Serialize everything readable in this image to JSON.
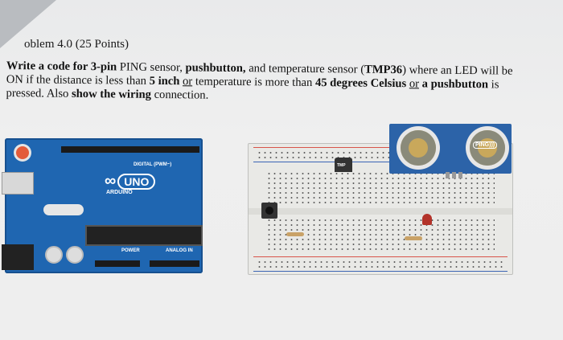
{
  "heading": "oblem 4.0 (25 Points)",
  "problem": {
    "t1": "Write a code for ",
    "b1": "3-pin",
    "t2": " PING sensor, ",
    "b2": "pushbutton,",
    "t3": " and temperature sensor (",
    "b3": "TMP36",
    "t4": ") where an LED will be ON if the distance is less than ",
    "b4": "5 inch",
    "t5": " ",
    "u1": "or",
    "t6": " temperature is more than ",
    "b5": "45 degrees Celsius",
    "t7": " ",
    "u2": "or",
    "t8": " ",
    "b6": "a pushbutton",
    "t9": " is pressed. Also ",
    "b7": "show the wiring",
    "t10": " connection."
  },
  "arduino": {
    "logo": "∞",
    "model": "UNO",
    "brand": "ARDUINO",
    "digital_label": "DIGITAL (PWM~)",
    "power_label": "POWER",
    "analog_label": "ANALOG IN"
  },
  "sensor": {
    "ping_label": "PING)))",
    "tmp_label": "TMP"
  },
  "colors": {
    "board": "#1f66b1",
    "ping": "#2c63a8",
    "led": "#b3332a"
  }
}
